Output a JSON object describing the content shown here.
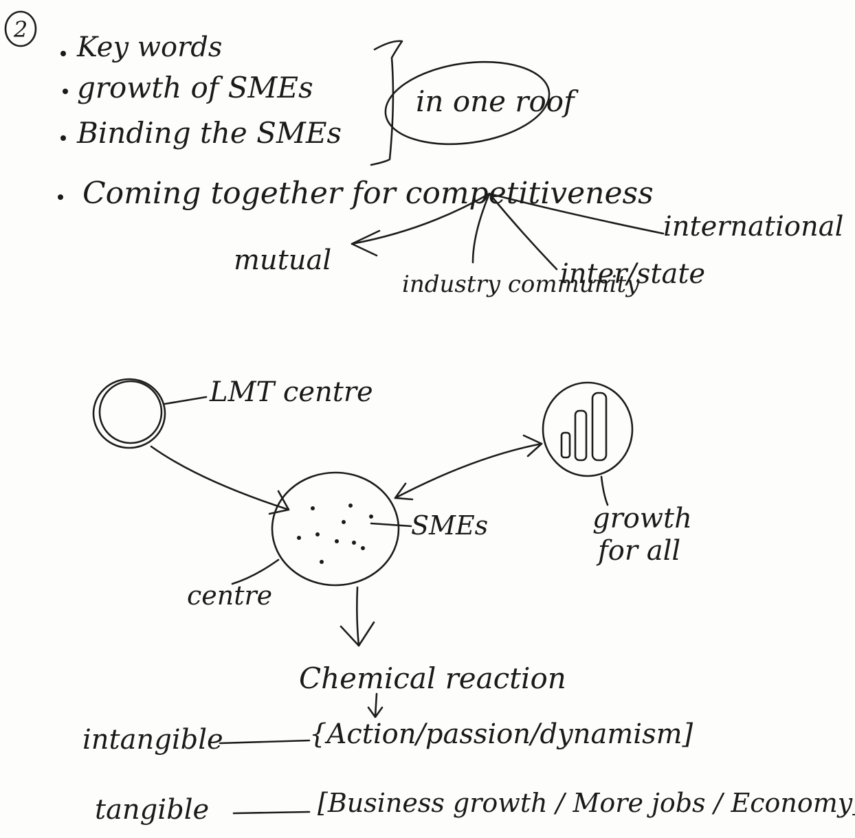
{
  "page": {
    "number": "2",
    "bullets": [
      "Key words",
      "growth of SMEs",
      "Binding the SMEs",
      "Coming together for competitiveness"
    ],
    "bubble": "in one roof"
  },
  "branches": {
    "mutual": "mutual",
    "industry_community": "industry community",
    "inter_state": "inter/state",
    "international": "international"
  },
  "diagram": {
    "lmt_centre": "LMT centre",
    "smes": "SMEs",
    "centre": "centre",
    "growth_for_all_line1": "growth",
    "growth_for_all_line2": "for all",
    "chemical_reaction": "Chemical reaction",
    "intangible": "intangible",
    "intangible_items": "{Action/passion/dynamism]",
    "tangible": "tangible",
    "tangible_items": "[Business growth / More jobs / Economy]"
  }
}
